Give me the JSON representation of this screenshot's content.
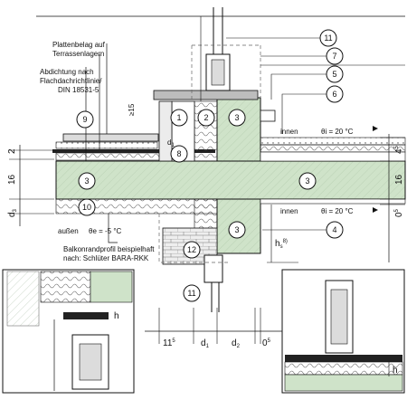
{
  "labels": {
    "plattenbelag_1": "Plattenbelag auf",
    "plattenbelag_2": "Terrassenlagern",
    "abdichtung_1": "Abdichtung nach",
    "abdichtung_2": "Flachdachrichtlinie/",
    "abdichtung_3": "DIN 18531-5",
    "slope": "≥15",
    "innen_top": "innen",
    "theta_top": "θi = 20 °C",
    "innen_bottom": "innen",
    "theta_bottom": "θi = 20 °C",
    "aussen": "außen",
    "theta_e": "θe = -5 °C",
    "profil_1": "Balkonrandprofil beispielhaft",
    "profil_2": "nach: Schlüter BARA-RKK",
    "d_label": "d",
    "d_sub": "1"
  },
  "callouts": [
    "1",
    "2",
    "3",
    "3",
    "3",
    "3",
    "4",
    "5",
    "6",
    "7",
    "8",
    "9",
    "10",
    "11",
    "11",
    "12"
  ],
  "dimensions": {
    "left_2": "2",
    "left_16": "16",
    "left_d": "d",
    "left_d_sub": "3",
    "right_4": "4",
    "right_4_sup": "5",
    "right_16": "16",
    "right_0": "0",
    "right_0_sup": "5",
    "right_h": "h",
    "right_h_sub": "s",
    "right_h_sup": "8)",
    "bottom_11": "11",
    "bottom_11_sup": "5",
    "bottom_d1": "d",
    "bottom_d1_sub": "1",
    "bottom_d2": "d",
    "bottom_d2_sub": "2",
    "bottom_0": "0",
    "bottom_0_sup": "5",
    "detail_h_left": "h",
    "detail_h_right": "h"
  },
  "colors": {
    "concrete": "#cfe3c9",
    "insulation": "#f4f4f4",
    "masonry": "#e8e8e8",
    "line": "#111111"
  }
}
